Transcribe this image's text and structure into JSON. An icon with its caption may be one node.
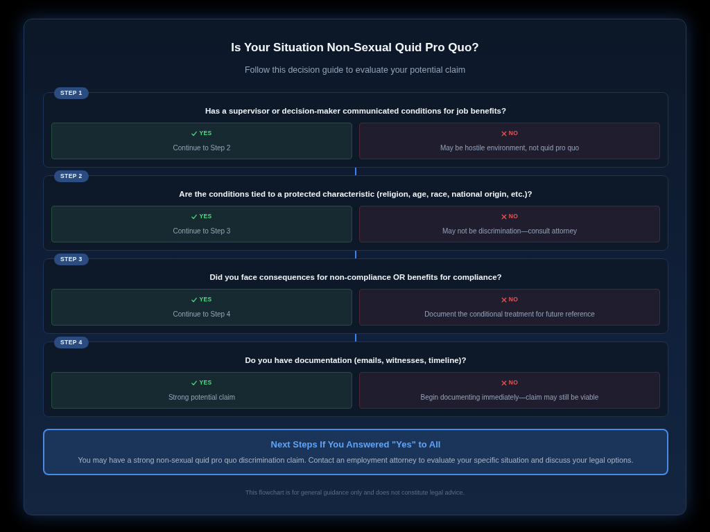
{
  "diagram": {
    "title": "Is Your Situation Non-Sexual Quid Pro Quo?",
    "nodes": [
      {
        "text": [
          "STEP 1",
          "Has a supervisor or decision-maker communicated conditions for job benefits?"
        ]
      },
      {
        "text": [
          "YES",
          "Continue to Step 2"
        ],
        "in": 0
      },
      {
        "text": [
          "NO",
          "May be hostile environment, not quid pro quo"
        ],
        "in": 0
      },
      {
        "text": [
          "STEP 2",
          "Are the conditions tied to a protected characteristic (religion, age, race, national origin, etc.)?"
        ]
      },
      {
        "text": [
          "YES",
          "Continue to Step 3"
        ],
        "in": 3
      },
      {
        "text": [
          "NO",
          "May not be discrimination—consult attorney"
        ],
        "in": 3
      },
      {
        "text": [
          "STEP 3",
          "Did you face consequences for non-compliance OR benefits for compliance?"
        ]
      },
      {
        "text": [
          "YES",
          "Continue to Step 4"
        ],
        "in": 6
      },
      {
        "text": [
          "NO",
          "Document the conditional treatment for future reference"
        ],
        "in": 6
      },
      {
        "text": [
          "STEP 4",
          "Do you have documentation (emails, witnesses, timeline)?"
        ]
      },
      {
        "text": [
          "YES",
          "Strong potential claim"
        ],
        "in": 9
      },
      {
        "text": [
          "NO",
          "Begin documenting immediately—claim may still be viable"
        ],
        "in": 9
      },
      {
        "text": [
          "Next Steps If You Answered \"Yes\" to All",
          "You may have a strong non-sexual quid pro quo discrimination claim. Contact an employment attorney to evaluate your specific situation and discuss your legal options."
        ]
      }
    ],
    "edges": [
      {
        "from": 0,
        "to": 3,
        "arrow": "none"
      },
      {
        "from": 3,
        "to": 6,
        "arrow": "none"
      },
      {
        "from": 6,
        "to": 9,
        "arrow": "none"
      }
    ],
    "labels": [
      "Follow this decision guide to evaluate your potential claim",
      "This flowchart is for general guidance only and does not constitute legal advice."
    ]
  }
}
